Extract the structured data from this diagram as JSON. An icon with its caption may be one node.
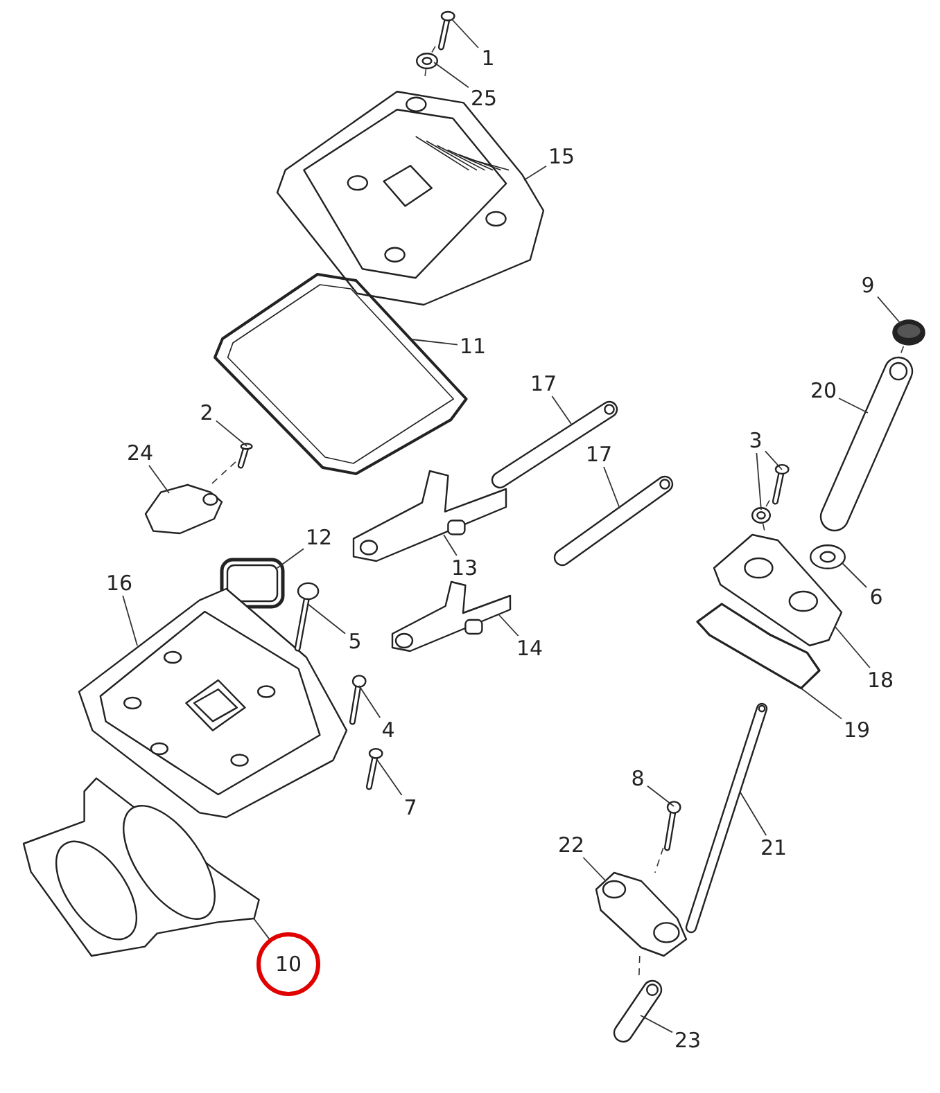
{
  "diagram": {
    "nodes": [
      {
        "text": [
          "1"
        ]
      },
      {
        "text": [],
        "shape": "picture"
      },
      {
        "text": [
          "25"
        ]
      },
      {
        "text": [],
        "shape": "picture"
      },
      {
        "text": [
          "15"
        ]
      },
      {
        "text": [],
        "shape": "picture"
      },
      {
        "text": [
          "9"
        ]
      },
      {
        "text": [],
        "shape": "picture"
      },
      {
        "text": [
          "11"
        ]
      },
      {
        "text": [],
        "shape": "picture"
      },
      {
        "text": [
          "20"
        ]
      },
      {
        "text": [],
        "shape": "picture"
      },
      {
        "text": [
          "17"
        ]
      },
      {
        "text": [],
        "shape": "picture"
      },
      {
        "text": [
          "2"
        ]
      },
      {
        "text": [],
        "shape": "picture"
      },
      {
        "text": [
          "17"
        ]
      },
      {
        "text": [],
        "shape": "picture"
      },
      {
        "text": [
          "3"
        ]
      },
      {
        "text": [],
        "shape": "picture"
      },
      {
        "text": [],
        "shape": "picture"
      },
      {
        "text": [
          "24"
        ]
      },
      {
        "text": [],
        "shape": "picture"
      },
      {
        "text": [
          "12"
        ]
      },
      {
        "text": [],
        "shape": "picture"
      },
      {
        "text": [
          "13"
        ]
      },
      {
        "text": [],
        "shape": "picture"
      },
      {
        "text": [
          "16"
        ]
      },
      {
        "text": [],
        "shape": "picture"
      },
      {
        "text": [
          "6"
        ]
      },
      {
        "text": [],
        "shape": "picture"
      },
      {
        "text": [
          "5"
        ]
      },
      {
        "text": [],
        "shape": "picture"
      },
      {
        "text": [
          "14"
        ]
      },
      {
        "text": [],
        "shape": "picture"
      },
      {
        "text": [
          "18"
        ]
      },
      {
        "text": [],
        "shape": "picture"
      },
      {
        "text": [
          "4"
        ]
      },
      {
        "text": [],
        "shape": "picture"
      },
      {
        "text": [
          "19"
        ]
      },
      {
        "text": [],
        "shape": "picture"
      },
      {
        "text": [
          "8"
        ]
      },
      {
        "text": [],
        "shape": "picture"
      },
      {
        "text": [
          "7"
        ]
      },
      {
        "text": [],
        "shape": "picture"
      },
      {
        "text": [
          "22"
        ]
      },
      {
        "text": [],
        "shape": "picture"
      },
      {
        "text": [
          "21"
        ]
      },
      {
        "text": [],
        "shape": "picture"
      },
      {
        "text": [
          "10"
        ]
      },
      {
        "text": [],
        "shape": "picture"
      },
      {
        "text": [
          "23"
        ]
      },
      {
        "text": [],
        "shape": "picture"
      }
    ],
    "edges": [
      {
        "from": 0,
        "to": 1,
        "arrow": "none"
      },
      {
        "from": 2,
        "to": 3,
        "arrow": "none"
      },
      {
        "from": 4,
        "to": 5,
        "arrow": "none"
      },
      {
        "from": 6,
        "to": 7,
        "arrow": "none"
      },
      {
        "from": 8,
        "to": 9,
        "arrow": "none"
      },
      {
        "from": 10,
        "to": 11,
        "arrow": "none"
      },
      {
        "from": 12,
        "to": 13,
        "arrow": "none"
      },
      {
        "from": 14,
        "to": 15,
        "arrow": "none"
      },
      {
        "from": 16,
        "to": 17,
        "arrow": "none"
      },
      {
        "from": 18,
        "to": 19,
        "arrow": "none"
      },
      {
        "from": 18,
        "to": 20,
        "arrow": "none"
      },
      {
        "from": 21,
        "to": 22,
        "arrow": "none"
      },
      {
        "from": 23,
        "to": 24,
        "arrow": "none"
      },
      {
        "from": 25,
        "to": 26,
        "arrow": "none"
      },
      {
        "from": 27,
        "to": 28,
        "arrow": "none"
      },
      {
        "from": 29,
        "to": 30,
        "arrow": "none"
      },
      {
        "from": 31,
        "to": 32,
        "arrow": "none"
      },
      {
        "from": 33,
        "to": 34,
        "arrow": "none"
      },
      {
        "from": 35,
        "to": 36,
        "arrow": "none"
      },
      {
        "from": 37,
        "to": 38,
        "arrow": "none"
      },
      {
        "from": 39,
        "to": 40,
        "arrow": "none"
      },
      {
        "from": 41,
        "to": 42,
        "arrow": "none"
      },
      {
        "from": 43,
        "to": 44,
        "arrow": "none"
      },
      {
        "from": 45,
        "to": 46,
        "arrow": "none"
      },
      {
        "from": 47,
        "to": 48,
        "arrow": "none"
      },
      {
        "from": 49,
        "to": 50,
        "arrow": "none"
      },
      {
        "from": 51,
        "to": 52,
        "arrow": "none"
      },
      {
        "from": 1,
        "to": 3,
        "arrow": "none",
        "style": "dashed"
      },
      {
        "from": 3,
        "to": 5,
        "arrow": "none",
        "style": "dashed"
      },
      {
        "from": 7,
        "to": 11,
        "arrow": "none",
        "style": "dashed"
      },
      {
        "from": 19,
        "to": 20,
        "arrow": "none",
        "style": "dashed"
      },
      {
        "from": 20,
        "to": 36,
        "arrow": "none",
        "style": "dashed"
      },
      {
        "from": 15,
        "to": 22,
        "arrow": "none",
        "style": "dashed"
      },
      {
        "from": 42,
        "to": 46,
        "arrow": "none",
        "style": "dashed"
      },
      {
        "from": 46,
        "to": 52,
        "arrow": "none",
        "style": "dashed"
      }
    ]
  }
}
